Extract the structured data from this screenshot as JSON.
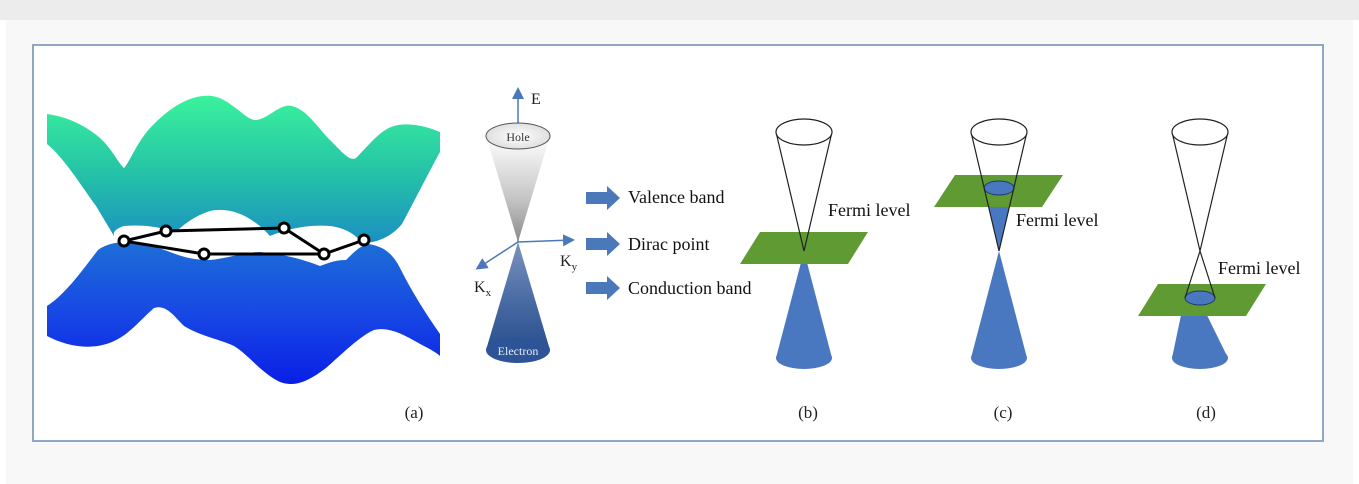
{
  "figure": {
    "axes": {
      "energy": "E",
      "kx_base": "K",
      "kx_sub": "x",
      "ky_base": "K",
      "ky_sub": "y"
    },
    "cone_labels": {
      "hole": "Hole",
      "electron": "Electron"
    },
    "legend": {
      "items": [
        {
          "label": "Valence band"
        },
        {
          "label": "Dirac point"
        },
        {
          "label": "Conduction band"
        }
      ],
      "arrow_color": "#4a78b8"
    },
    "fermi_label": "Fermi level",
    "panel_labels": {
      "a": "(a)",
      "b": "(b)",
      "c": "(c)",
      "d": "(d)"
    },
    "colors": {
      "filled_band": "#4a78c0",
      "fermi_plane": "#5f9a33",
      "surface_top": "#2fd18f",
      "surface_bottom": "#1f44dd",
      "frame": "#8fa7c3"
    }
  }
}
